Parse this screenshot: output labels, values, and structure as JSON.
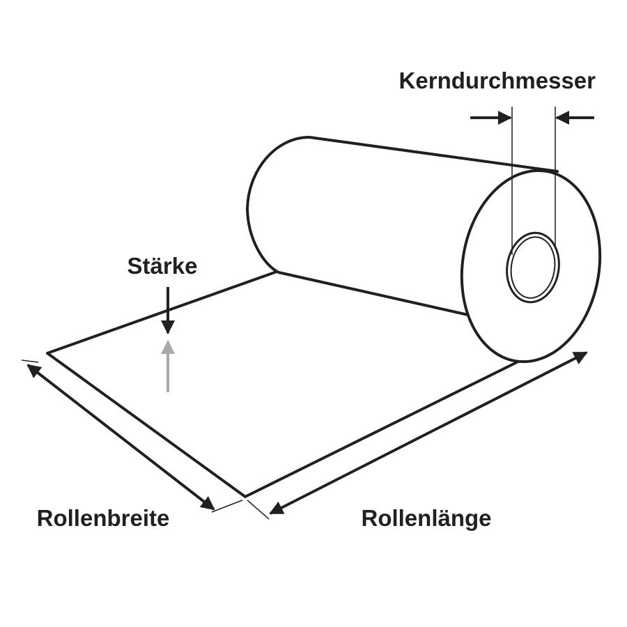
{
  "labels": {
    "core_diameter": "Kerndurchmesser",
    "thickness": "Stärke",
    "roll_width": "Rollenbreite",
    "roll_length": "Rollenlänge"
  },
  "colors": {
    "line": "#231f20",
    "thickness_arrow_up": "#a7a9ac",
    "background": "#ffffff"
  }
}
